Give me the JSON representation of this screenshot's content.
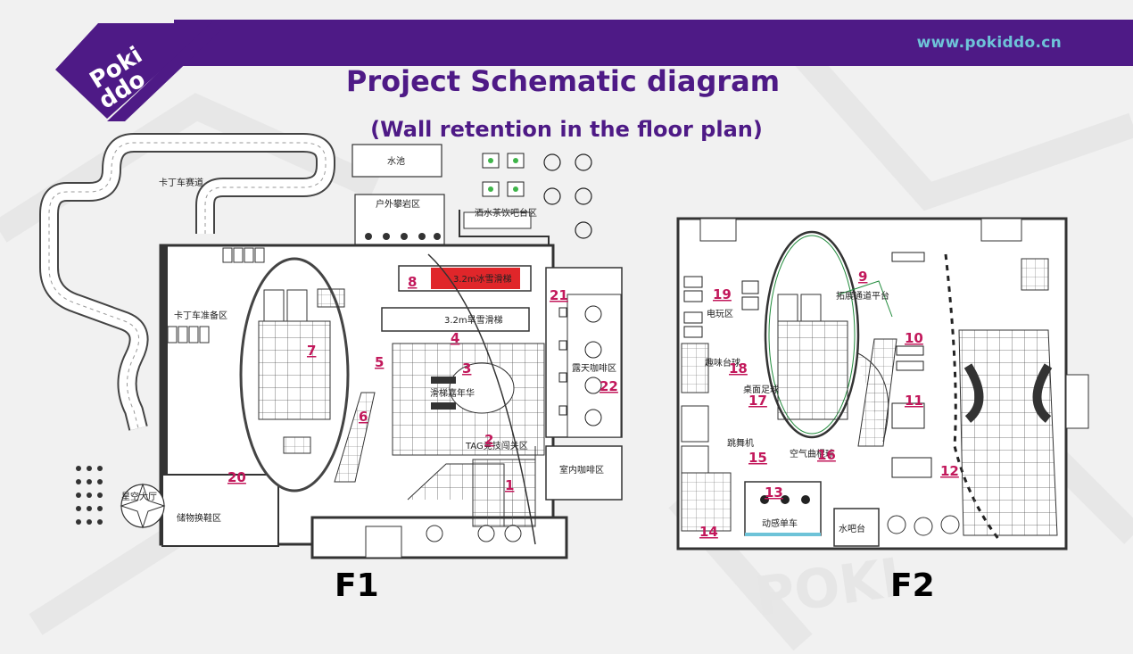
{
  "header": {
    "logo_text": "Poki ddo",
    "url": "www.pokiddo.cn",
    "title": "Project Schematic diagram",
    "subtitle": "(Wall retention in the floor plan)"
  },
  "floors": {
    "f1_label": "F1",
    "f2_label": "F2"
  },
  "f1_zones": {
    "kart_track": "卡丁车赛道",
    "kart_prep": "卡丁车准备区",
    "pool": "水池",
    "rock_climb": "户外攀岩区",
    "tea_bar": "酒水茶饮吧台区",
    "slide_ice": "3.2m冰雪滑梯",
    "slide_dry": "3.2m旱雪滑梯",
    "carnival": "滑梯嘉年华",
    "tag_zone": "TAG竞技闯关区",
    "outdoor_cafe": "露天咖啡区",
    "indoor_cafe": "室内咖啡区",
    "storage": "储物换鞋区",
    "starry": "星空大厅"
  },
  "f2_zones": {
    "arcade": "电玩区",
    "rail": "拓展通道平台",
    "billiards": "趣味台球",
    "table_soccer": "桌面足球",
    "dance": "跳舞机",
    "air_hockey": "空气曲棍球",
    "water_bar": "水吧台",
    "bike": "动感单车"
  },
  "markers": {
    "f1": [
      "1",
      "2",
      "3",
      "4",
      "5",
      "6",
      "7",
      "8",
      "20",
      "21",
      "22"
    ],
    "f2": [
      "9",
      "10",
      "11",
      "12",
      "13",
      "14",
      "15",
      "16",
      "17",
      "18",
      "19"
    ]
  },
  "colors": {
    "brand_purple": "#4e1a86",
    "marker_pink": "#c2185b",
    "url_cyan": "#6ec3d8",
    "slide_red": "#e0262a",
    "green_outline": "#1f8a3a"
  }
}
